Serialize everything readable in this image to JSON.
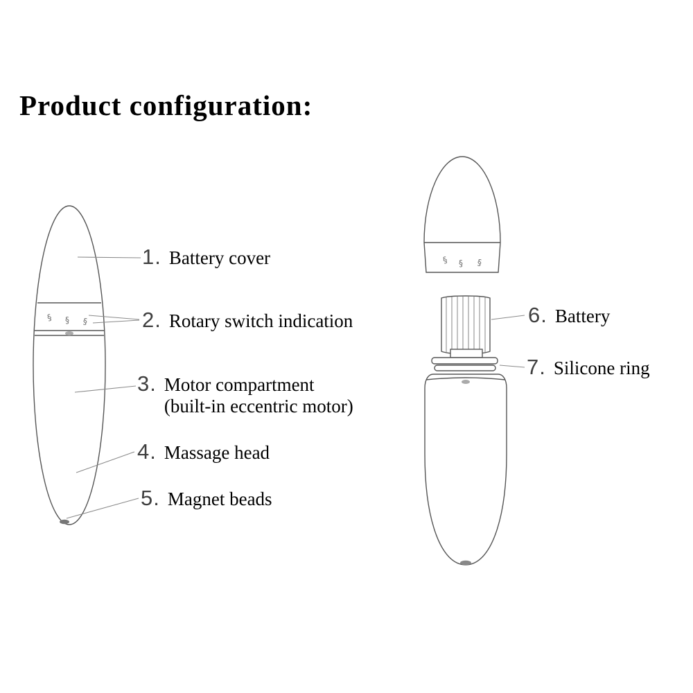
{
  "title": "Product configuration:",
  "colors": {
    "outline": "#555555",
    "leader_line": "#8a8a8a",
    "icon_gray": "#6e6e6e",
    "background": "#ffffff"
  },
  "labels": [
    {
      "num": "1.",
      "text": "Battery cover"
    },
    {
      "num": "2.",
      "text": "Rotary switch indication"
    },
    {
      "num": "3.",
      "text": "Motor compartment",
      "text2": "(built-in eccentric motor)"
    },
    {
      "num": "4.",
      "text": "Massage head"
    },
    {
      "num": "5.",
      "text": "Magnet beads"
    },
    {
      "num": "6.",
      "text": "Battery"
    },
    {
      "num": "7.",
      "text": "Silicone ring"
    }
  ]
}
